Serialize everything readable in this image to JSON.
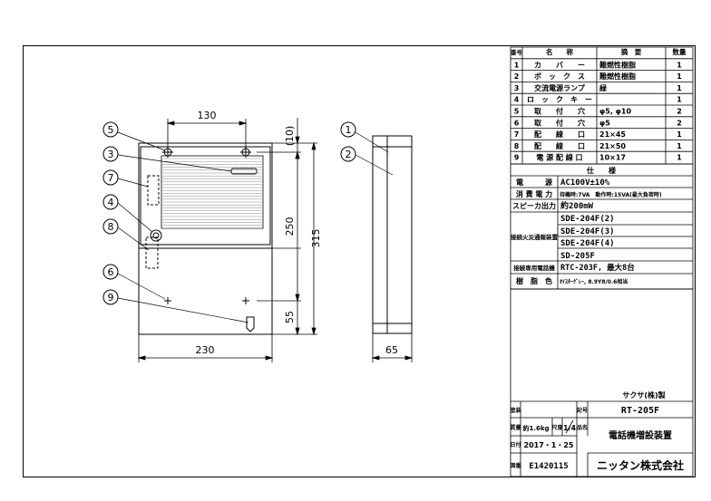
{
  "drawing": {
    "dimensions": {
      "top_width": "130",
      "top_offset": "(10)",
      "inner_height": "250",
      "total_height": "315",
      "bottom_offset": "55",
      "width": "230",
      "depth": "65"
    },
    "callouts": [
      "1",
      "2",
      "3",
      "4",
      "5",
      "6",
      "7",
      "8",
      "9"
    ]
  },
  "parts_table": {
    "headers": {
      "no": "番号",
      "name": "名　　称",
      "spec": "摘　要",
      "qty": "数量"
    },
    "rows": [
      {
        "no": "1",
        "name": "カ　　バ　　ー",
        "spec": "難燃性樹脂",
        "qty": "1"
      },
      {
        "no": "2",
        "name": "ボ　ッ　ク　ス",
        "spec": "難燃性樹脂",
        "qty": "1"
      },
      {
        "no": "3",
        "name": "交流電源ランプ",
        "spec": "緑",
        "qty": "1"
      },
      {
        "no": "4",
        "name": "ロ　ッ　ク　キ　ー",
        "spec": "",
        "qty": "1"
      },
      {
        "no": "5",
        "name": "取　　付　　穴",
        "spec": "φ5, φ10",
        "qty": "2"
      },
      {
        "no": "6",
        "name": "取　　付　　穴",
        "spec": "φ5",
        "qty": "2"
      },
      {
        "no": "7",
        "name": "配　　線　　口",
        "spec": "21×45",
        "qty": "1"
      },
      {
        "no": "8",
        "name": "配　　線　　口",
        "spec": "21×50",
        "qty": "1"
      },
      {
        "no": "9",
        "name": "電 源 配 線 口",
        "spec": "10×17",
        "qty": "1"
      }
    ]
  },
  "spec_table": {
    "title": "仕　　様",
    "power_label": "電　　　源",
    "power_value": "AC100V±10%",
    "consumption_label": "消 費 電 力",
    "consumption_value": "待機時:7VA　動作時:15VA(最大負荷時)",
    "speaker_label": "スピーカ出力",
    "speaker_value": "約200mW",
    "receiver_label": "接続火災通報装置",
    "receivers": [
      "SDE-204F(2)",
      "SDE-204F(3)",
      "SDE-204F(4)",
      "SD-205F"
    ],
    "phone_label": "接続専用電話機",
    "phone_value": "RTC-203F, 最大8台",
    "color_label": "樹　脂　色",
    "color_value": "ｵｲｽﾀｰｸﾞﾚｰ, 8.9Y8/0.6相当"
  },
  "title_block": {
    "maker": "サクサ(株)製",
    "paint_label": "塗装",
    "code_label": "記号",
    "model": "RT-205F",
    "mass_label": "質量",
    "mass_value": "約1.6kg",
    "scale_label": "尺度",
    "scale_value": "1/4",
    "name_label": "品名",
    "product_name": "電話機増設装置",
    "date_label": "日付",
    "date_value": "2017・1・25",
    "drawing_no_label": "図番",
    "drawing_no": "E1420115",
    "company": "ニッタン株式会社"
  }
}
